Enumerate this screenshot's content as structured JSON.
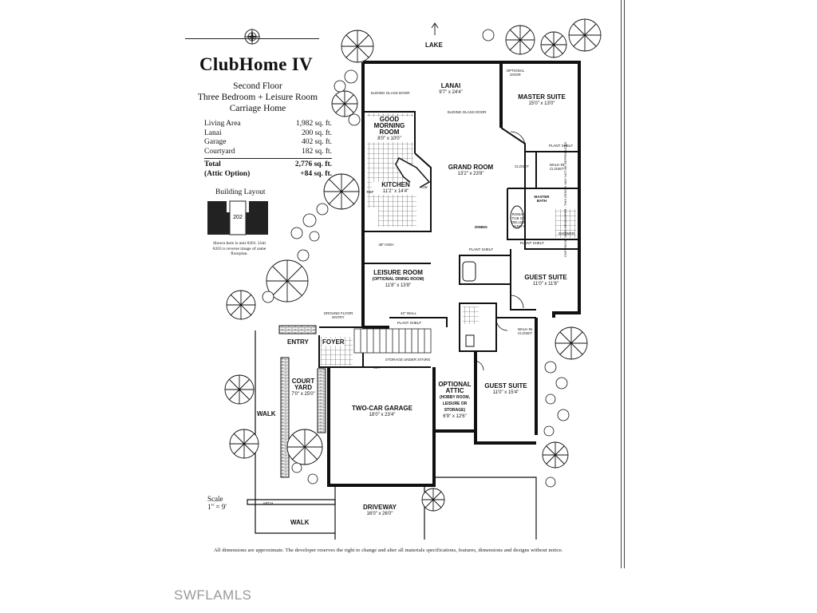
{
  "header": {
    "title": "ClubHome IV",
    "subtitle_lines": [
      "Second Floor",
      "Three Bedroom + Leisure Room",
      "Carriage Home"
    ]
  },
  "stats": {
    "rows": [
      {
        "label": "Living Area",
        "value": "1,982 sq. ft."
      },
      {
        "label": "Lanai",
        "value": "200 sq. ft."
      },
      {
        "label": "Garage",
        "value": "402 sq. ft."
      },
      {
        "label": "Courtyard",
        "value": "182 sq. ft."
      }
    ],
    "total": {
      "label": "Total",
      "value": "2,776 sq. ft."
    },
    "attic": {
      "label": "(Attic Option)",
      "value": "+84 sq. ft."
    }
  },
  "building_layout": {
    "title": "Building Layout",
    "unit_number": "202",
    "note": "Shown here is unit #201. Unit #203 is reverse image of same floorplan."
  },
  "scale": {
    "label": "Scale",
    "value": "1\" = 9'"
  },
  "disclaimer": "All dimensions are approximate. The developer reserves the right to change and alter all materials specifications, features, dimensions and designs without notice.",
  "watermark": "SWFLAMLS",
  "copyright": "COPYRIGHT 1996, DEVELOPER - THIS DESIGN MAY NOT BE REPRODUCED",
  "rooms": {
    "lake": "LAKE",
    "lanai": {
      "name": "LANAI",
      "dim": "9'7\" x 24'4\""
    },
    "master_suite": {
      "name": "MASTER SUITE",
      "dim": "15'0\" x 13'0\""
    },
    "good_morning": {
      "name": "GOOD MORNING ROOM",
      "dim": "8'0\" x 10'0\""
    },
    "grand_room": {
      "name": "GRAND ROOM",
      "dim": "13'2\" x 23'8\""
    },
    "kitchen": {
      "name": "KITCHEN",
      "dim": "11'2\" x 14'4\""
    },
    "dining": "DINING",
    "master_bath": "MASTER BATH",
    "walk_in_closet": "WALK-IN CLOSET",
    "leisure_room": {
      "name": "LEISURE ROOM",
      "sub": "(OPTIONAL DINING ROOM)",
      "dim": "11'8\" x 13'8\""
    },
    "guest_suite_1": {
      "name": "GUEST SUITE",
      "dim": "11'0\" x 11'8\""
    },
    "guest_suite_2": {
      "name": "GUEST SUITE",
      "dim": "11'0\" x 15'4\""
    },
    "entry": "ENTRY",
    "foyer": "FOYER",
    "courtyard": {
      "name": "COURT YARD",
      "dim": "7'0\" x 25'0\""
    },
    "garage": {
      "name": "TWO-CAR GARAGE",
      "dim": "18'0\" x 23'4\""
    },
    "optional_attic": {
      "name": "OPTIONAL ATTIC",
      "sub": "(HOBBY ROOM, LEISURE OR STORAGE)",
      "dim": "6'9\" x 12'6\""
    },
    "driveway": {
      "name": "DRIVEWAY",
      "dim": "16'0\" x 26'0\""
    },
    "walk_side": "WALK",
    "walk_bottom": "WALK",
    "ground_floor_entry": "GROUND FLOOR ENTRY",
    "storage_under_stairs": "STORAGE UNDER STAIRS",
    "arch": "ARCH"
  },
  "small_labels": {
    "sliding_glass_door_1": "SLIDING GLASS DOOR",
    "sliding_glass_door_2": "SLIDING GLASS DOOR",
    "optional_door": "OPTIONAL DOOR",
    "plant_shelf_1": "PLANT SHELF",
    "plant_shelf_2": "PLANT SHELF",
    "plant_shelf_3": "PLANT SHELF",
    "plant_shelf_4": "PLANT SHELF",
    "walk_in_closet_2": "WALK-IN CLOSET",
    "roman_tub": "ROMAN TUB OR DELUXE VANITY",
    "shower": "SHOWER",
    "closet": "CLOSET",
    "wall_42": "42\" WALL",
    "wall_48": "48\" HIGH",
    "ref": "REF",
    "dw": "DW",
    "wh": "WH"
  }
}
